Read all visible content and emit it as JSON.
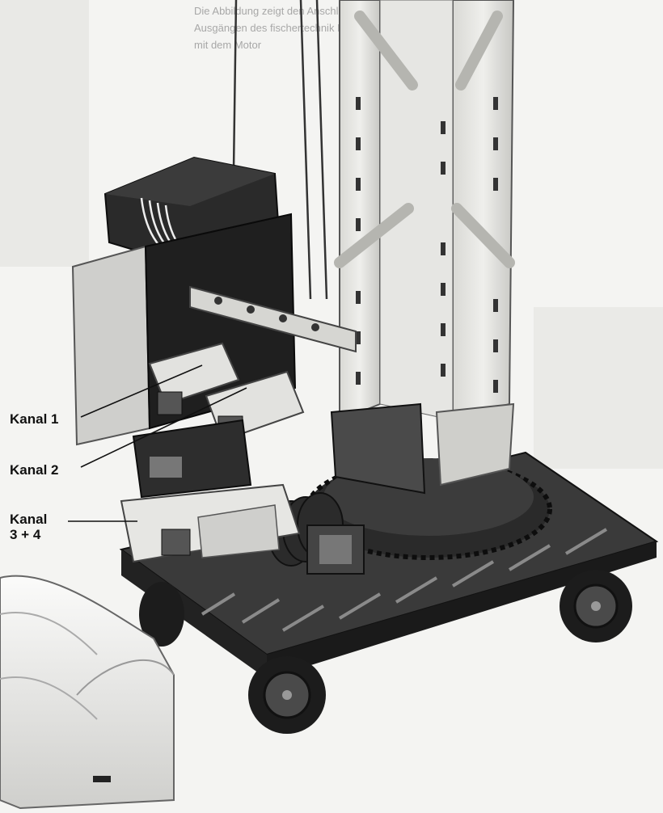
{
  "bleed_through_text": [
    "Die Abbildung zeigt den Anschluss der Empfänger-Kabel zu den",
    "Ausgängen des fischertechnik IR-Control-Sets mit den",
    "mit dem Motor"
  ],
  "callouts": {
    "kanal_1": "Kanal 1",
    "kanal_2": "Kanal 2",
    "kanal_3_4_line1": "Kanal",
    "kanal_3_4_line2": "3 + 4"
  }
}
